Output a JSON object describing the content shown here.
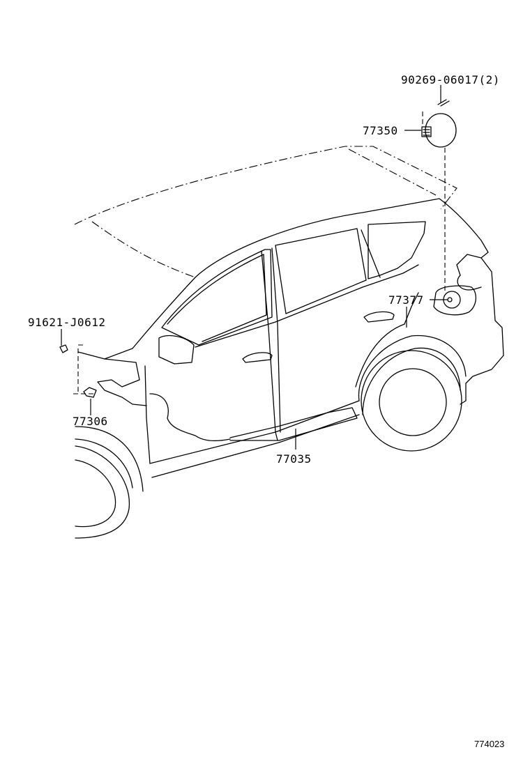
{
  "parts": {
    "fuel_lid_screw": "90269-06017(2)",
    "fuel_lid": "77350",
    "fuel_opener_part": "77377",
    "hood_bolt": "91621-J0612",
    "hood_part": "77306",
    "side_part": "77035"
  },
  "diagram_id": "774023"
}
